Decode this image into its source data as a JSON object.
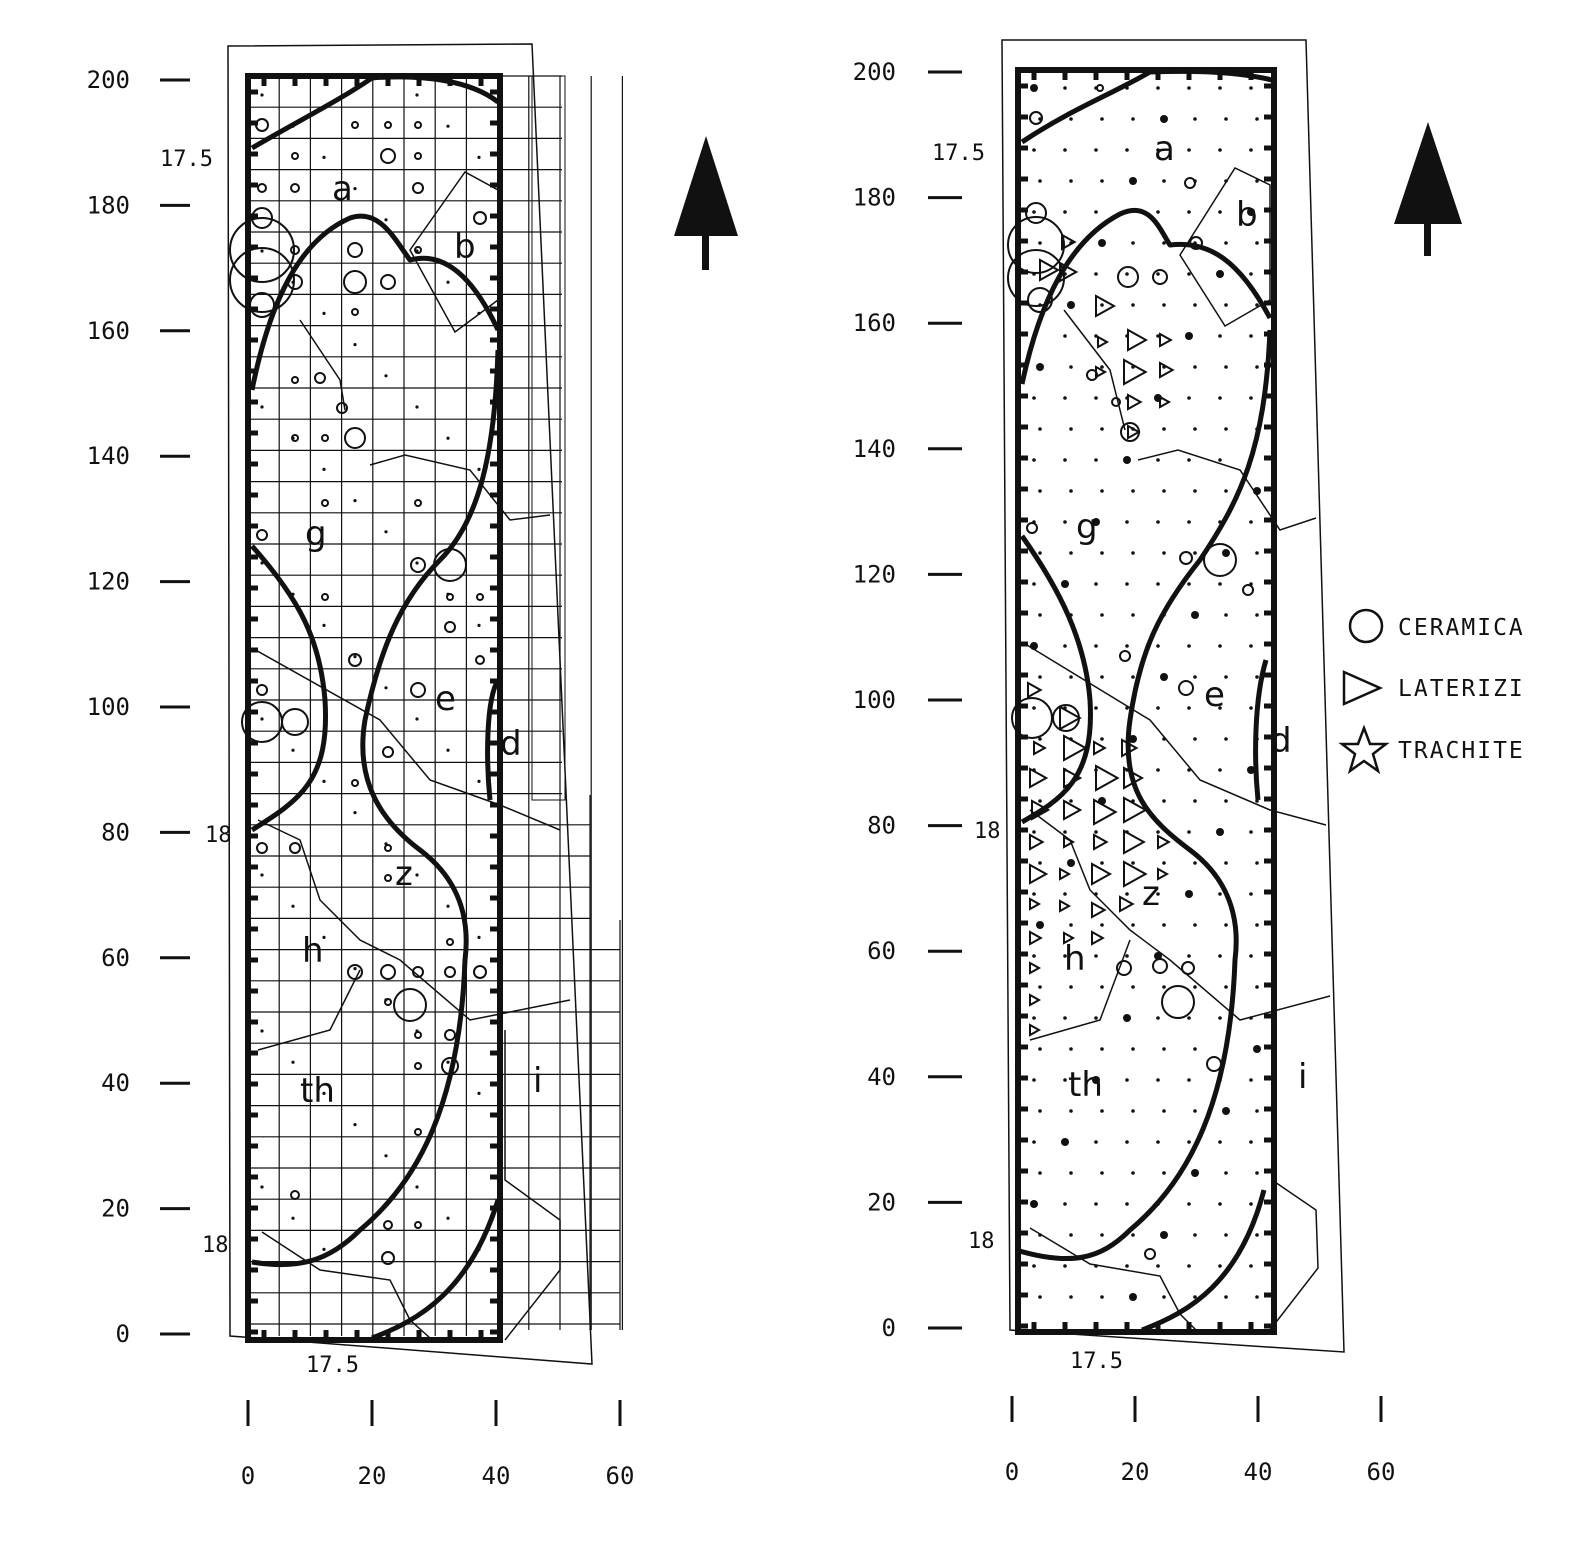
{
  "figure": {
    "y_axis_ticks": [
      "200",
      "180",
      "160",
      "140",
      "120",
      "100",
      "80",
      "60",
      "40",
      "20",
      "0"
    ],
    "x_axis_ticks": [
      "0",
      "20",
      "40",
      "60"
    ],
    "contour_labels": [
      "17.5",
      "18",
      "18",
      "17.5"
    ],
    "zone_labels": [
      "a",
      "b",
      "g",
      "e",
      "d",
      "z",
      "h",
      "th",
      "i"
    ],
    "north_arrow": {
      "icon": "north-arrow-icon"
    },
    "legend": [
      {
        "symbol": "circle-icon",
        "label": "CERAMICA"
      },
      {
        "symbol": "triangle-icon",
        "label": "LATERIZI"
      },
      {
        "symbol": "star-icon",
        "label": "TRACHITE"
      }
    ],
    "colors": {
      "ink": "#111111",
      "paper": "#ffffff"
    }
  }
}
